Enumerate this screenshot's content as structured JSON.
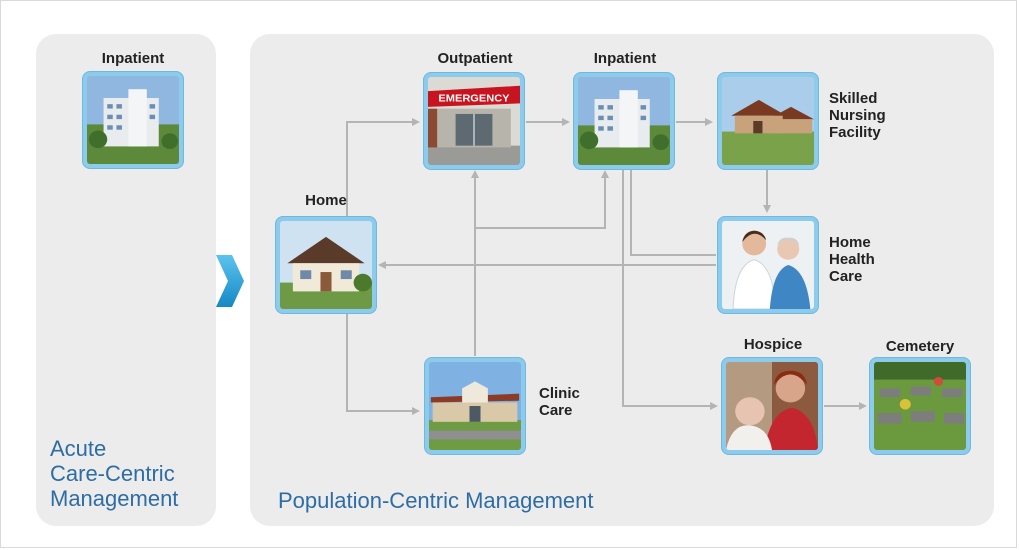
{
  "left_panel": {
    "node_label": "Inpatient",
    "title": "Acute\nCare-Centric\nManagement"
  },
  "right_panel": {
    "title": "Population-Centric Management",
    "nodes": {
      "home": "Home",
      "outpatient": "Outpatient",
      "inpatient": "Inpatient",
      "skilled_nursing": "Skilled\nNursing\nFacility",
      "home_health": "Home\nHealth\nCare",
      "clinic": "Clinic\nCare",
      "hospice": "Hospice",
      "cemetery": "Cemetery"
    },
    "signage": {
      "emergency": "EMERGENCY"
    }
  },
  "colors": {
    "panel": "#ececec",
    "title_blue": "#2e6da4",
    "tile_border": "#8ccbeb",
    "arrow": "#b4b4b4",
    "chevron": "#2aa7dc"
  }
}
